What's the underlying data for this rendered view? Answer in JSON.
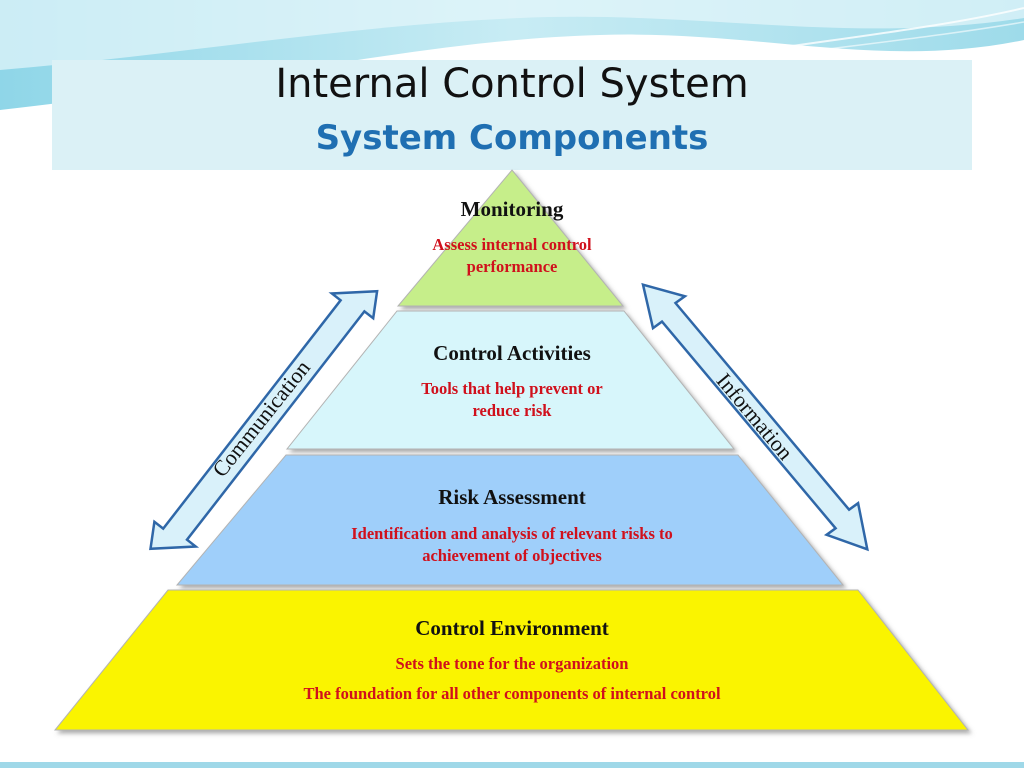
{
  "title": "Internal Control System",
  "subtitle": "System Components",
  "levels": [
    {
      "name": "Monitoring",
      "description": "Assess internal control performance",
      "desc_lines": [
        "Assess internal control",
        "performance"
      ],
      "color": "#c6ee8a"
    },
    {
      "name": "Control Activities",
      "description": "Tools that help prevent or reduce risk",
      "desc_lines": [
        "Tools that help prevent or",
        "reduce risk"
      ],
      "color": "#d7f6fb"
    },
    {
      "name": "Risk Assessment",
      "description": "Identification and analysis of relevant risks to achievement of objectives",
      "desc_lines": [
        "Identification and analysis of relevant risks to",
        "achievement of objectives"
      ],
      "color": "#9fcffa"
    },
    {
      "name": "Control Environment",
      "description": "Sets the tone for the organization. The foundation for all other components of internal control",
      "desc_lines": [
        "Sets the tone for the organization",
        "The foundation for all other components of internal control"
      ],
      "color": "#faf400"
    }
  ],
  "arrows": {
    "left_label": "Communication",
    "right_label": "Information"
  },
  "colors": {
    "title_subtitle": "#1f6fb2",
    "description_text": "#d0101c",
    "arrow_outline": "#2f67a8"
  }
}
